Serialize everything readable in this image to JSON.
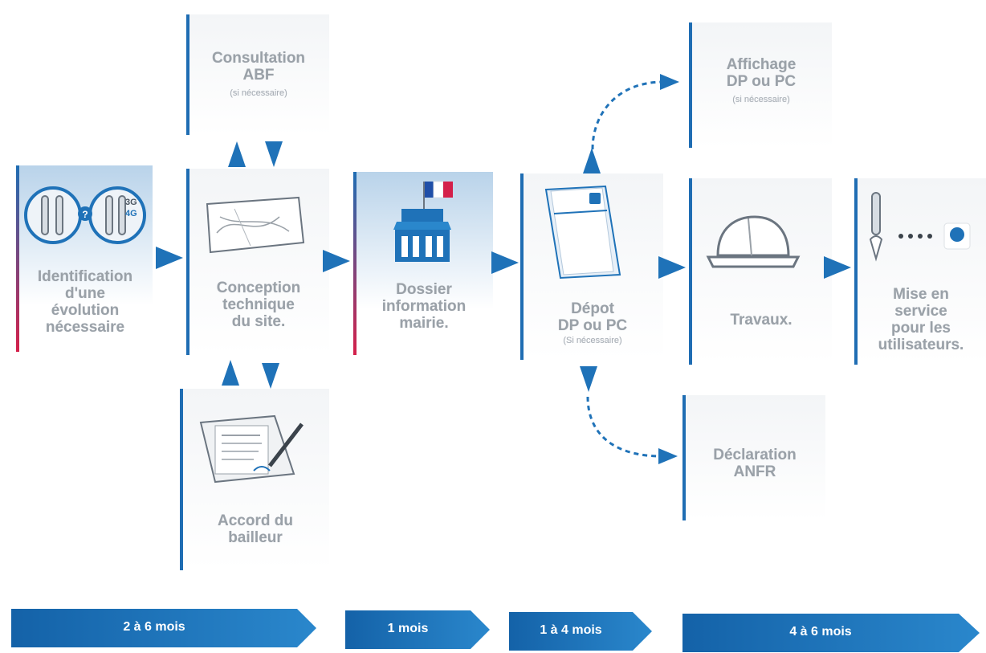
{
  "steps": {
    "identification": {
      "label": [
        "Identification",
        "d'une",
        "évolution",
        "nécessaire"
      ],
      "badge_3g": "3G",
      "badge_4g": "4G"
    },
    "consultation": {
      "label": [
        "Consultation",
        "ABF"
      ],
      "note": "(si nécessaire)"
    },
    "conception": {
      "label": [
        "Conception",
        "technique",
        "du site."
      ]
    },
    "accord": {
      "label": [
        "Accord du",
        "bailleur"
      ]
    },
    "dossier": {
      "label": [
        "Dossier",
        "information",
        "mairie."
      ]
    },
    "depot": {
      "label": [
        "Dépot",
        "DP ou PC"
      ],
      "note": "(Si nécessaire)"
    },
    "affichage": {
      "label": [
        "Affichage",
        "DP ou PC"
      ],
      "note": "(si nécessaire)"
    },
    "declaration": {
      "label": [
        "Déclaration",
        "ANFR"
      ]
    },
    "travaux": {
      "label": [
        "Travaux."
      ]
    },
    "mise": {
      "label": [
        "Mise en",
        "service",
        "pour les",
        "utilisateurs."
      ]
    }
  },
  "phases": [
    "2 à 6 mois",
    "1 mois",
    "1 à 4 mois",
    "4 à 6 mois"
  ],
  "colors": {
    "accent": "#1f72b8",
    "label": "#9aa1a8",
    "flag_blue": "#1f4fa8",
    "flag_red": "#d4204a"
  }
}
